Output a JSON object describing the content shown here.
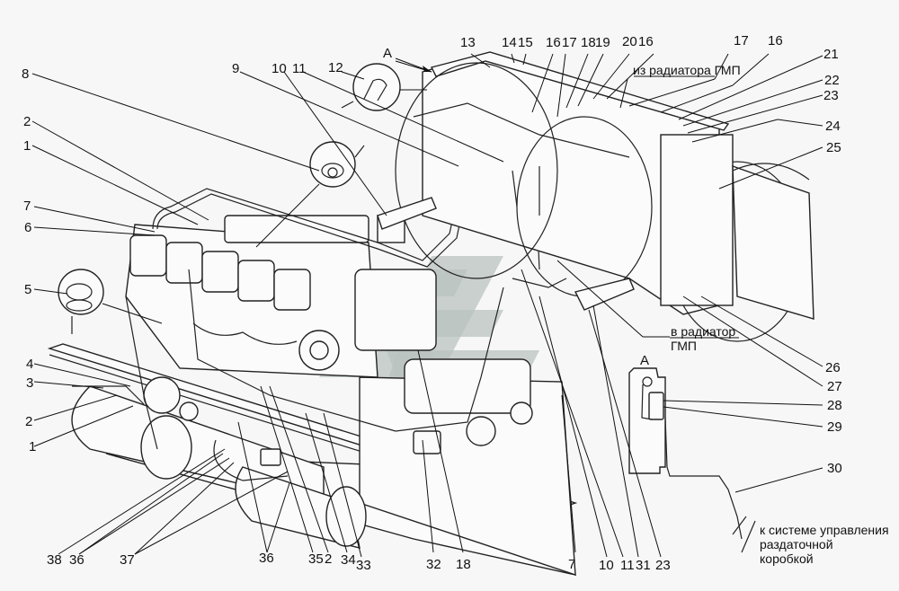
{
  "diagram": {
    "view_marker": "А",
    "inset_marker": "А",
    "notes": {
      "from_gmp_radiator": "из радиатора ГМП",
      "to_gmp_radiator_line1": "в радиатор",
      "to_gmp_radiator_line2": "ГМП",
      "to_transfer_box_line1": "к системе управления",
      "to_transfer_box_line2": "раздаточной",
      "to_transfer_box_line3": "коробкой"
    },
    "callouts_left": [
      "8",
      "2",
      "1",
      "7",
      "6",
      "5",
      "4",
      "3",
      "2",
      "1"
    ],
    "callouts_top": [
      "9",
      "10",
      "11",
      "12",
      "13",
      "14",
      "15",
      "16",
      "17",
      "18",
      "19",
      "20",
      "16",
      "17",
      "16"
    ],
    "callouts_right": [
      "21",
      "22",
      "23",
      "24",
      "25",
      "26",
      "27",
      "28",
      "29",
      "30"
    ],
    "callouts_bottom": [
      "38",
      "36",
      "37",
      "36",
      "35",
      "2",
      "34",
      "33",
      "32",
      "18",
      "7",
      "10",
      "11",
      "31",
      "23"
    ],
    "watermark_color": "#b9c3c0"
  }
}
